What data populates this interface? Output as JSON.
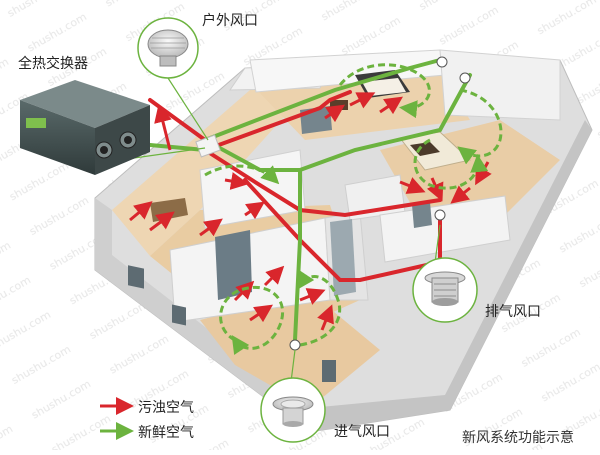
{
  "diagram": {
    "title": "新风系统功能示意",
    "labels": {
      "outdoor_vent": "户外风口",
      "heat_exchanger": "全热交换器",
      "exhaust_vent": "排气风口",
      "intake_vent": "进气风口"
    },
    "legend": [
      {
        "label": "污浊空气",
        "color": "#d9262c"
      },
      {
        "label": "新鲜空气",
        "color": "#6cb33f"
      }
    ],
    "colors": {
      "dirty_air": "#d9262c",
      "fresh_air": "#6cb33f",
      "floor_wood": "#e8c9a0",
      "wall": "#f4f4f4",
      "outer_wall": "#e9e9e9"
    }
  }
}
